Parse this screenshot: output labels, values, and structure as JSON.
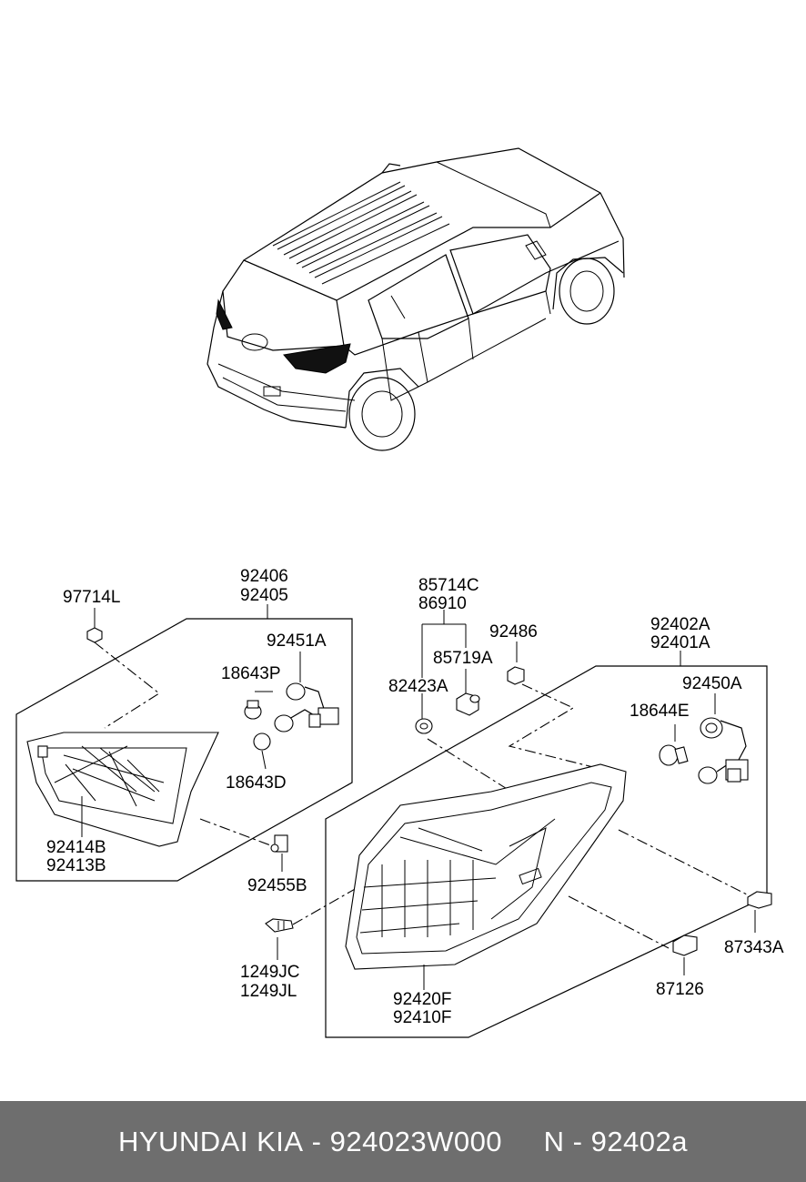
{
  "labels": {
    "p97714L": "97714L",
    "p92406": "92406",
    "p92405": "92405",
    "p92451A": "92451A",
    "p18643P": "18643P",
    "p18643D": "18643D",
    "p92414B": "92414B",
    "p92413B": "92413B",
    "p92455B": "92455B",
    "p1249JC": "1249JC",
    "p1249JL": "1249JL",
    "p85714C": "85714C",
    "p86910": "86910",
    "p92486": "92486",
    "p85719A": "85719A",
    "p82423A": "82423A",
    "p92402A": "92402A",
    "p92401A": "92401A",
    "p92450A": "92450A",
    "p18644E": "18644E",
    "p87343A": "87343A",
    "p87126": "87126",
    "p92420F": "92420F",
    "p92410F": "92410F"
  },
  "footer": {
    "brand": "HYUNDAI KIA",
    "separator1": " - ",
    "part_number": "924023W000",
    "gap": "     ",
    "ref_prefix": "N - ",
    "ref_code": "92402a"
  }
}
